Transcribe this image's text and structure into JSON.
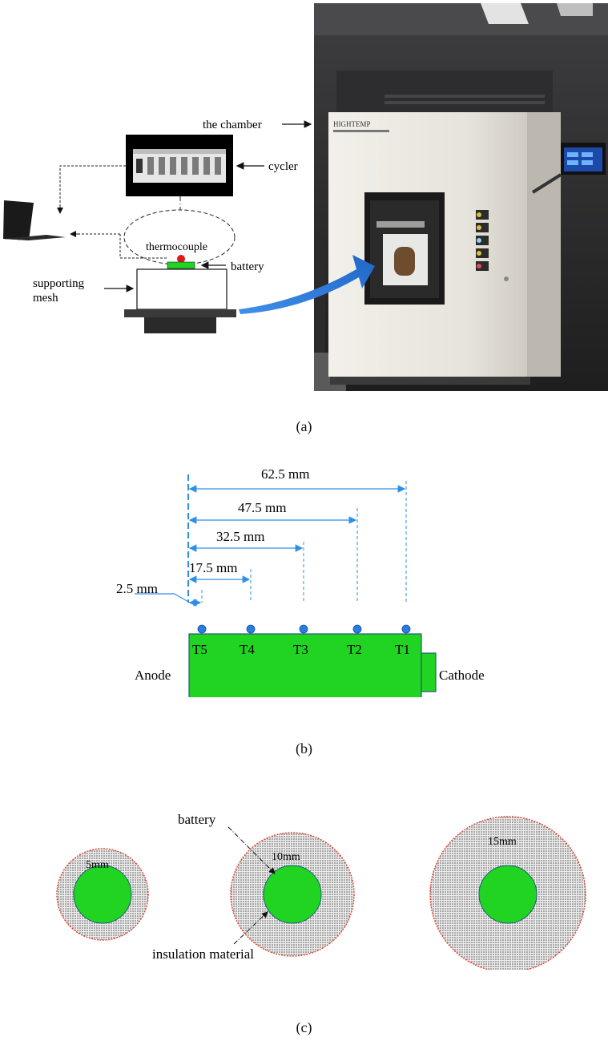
{
  "figure": {
    "panel_a": {
      "caption": "(a)",
      "labels": {
        "chamber": "the chamber",
        "cycler": "cycler",
        "thermocouple": "thermocouple",
        "battery": "battery",
        "supporting_mesh": "supporting\nmesh"
      },
      "chamber_panel_text": "HIGHTEMP"
    },
    "panel_b": {
      "caption": "(b)",
      "dimensions": [
        "62.5 mm",
        "47.5 mm",
        "32.5 mm",
        "17.5 mm",
        "2.5 mm"
      ],
      "sensors": [
        "T5",
        "T4",
        "T3",
        "T2",
        "T1"
      ],
      "anode": "Anode",
      "cathode": "Cathode"
    },
    "panel_c": {
      "caption": "(c)",
      "thicknesses": [
        "5mm",
        "10mm",
        "15mm"
      ],
      "battery": "battery",
      "insulation": "insulation material"
    },
    "colors": {
      "battery_green": "#21d421",
      "sensor_blue": "#2a7be4",
      "dimension_blue": "#2f8fe8",
      "insulation_border": "#e0452f",
      "thermocouple_red": "#e01818",
      "arrow_blue": "#2c7fe0"
    }
  }
}
